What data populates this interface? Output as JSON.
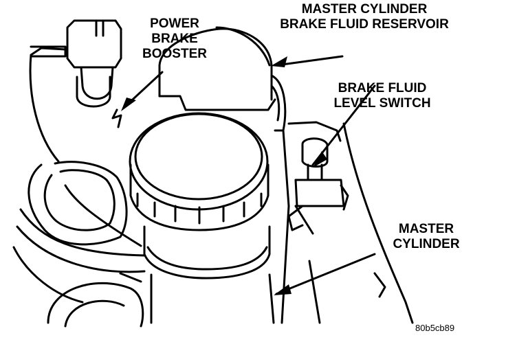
{
  "labels": {
    "power_brake_booster": [
      "POWER",
      "BRAKE",
      "BOOSTER"
    ],
    "reservoir": [
      "MASTER CYLINDER",
      "BRAKE FLUID RESERVOIR"
    ],
    "level_switch": [
      "BRAKE FLUID",
      "LEVEL SWITCH"
    ],
    "master_cylinder": [
      "MASTER",
      "CYLINDER"
    ]
  },
  "figure_code": "80b5cb89",
  "colors": {
    "ink": "#000000",
    "paper": "#ffffff"
  }
}
